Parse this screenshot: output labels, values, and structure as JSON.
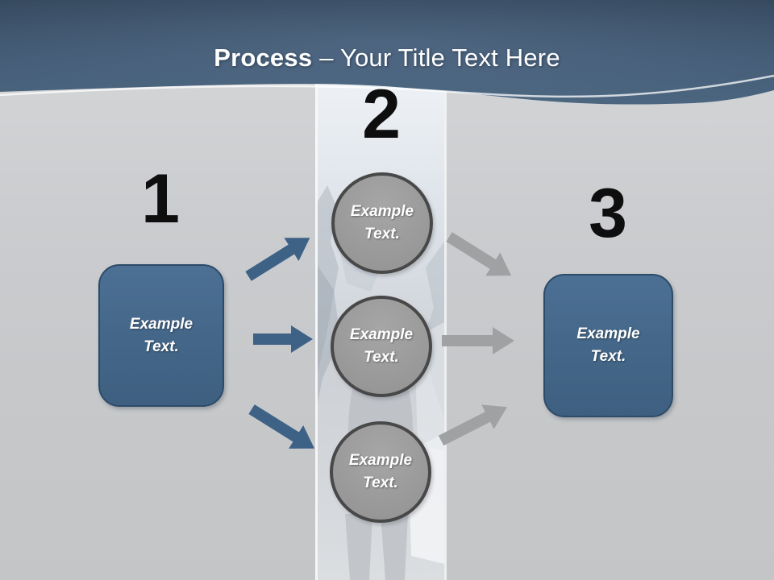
{
  "title": {
    "bold_part": "Process",
    "regular_part": "– Your Title Text Here"
  },
  "steps": {
    "one": {
      "number": "1",
      "box_label": "Example Text."
    },
    "two": {
      "number": "2",
      "circle_labels": [
        "Example Text.",
        "Example Text.",
        "Example Text."
      ]
    },
    "three": {
      "number": "3",
      "box_label": "Example Text."
    }
  },
  "colors": {
    "header_blue_top": "#33465b",
    "header_blue_bottom": "#4b657f",
    "slide_background": "#c7c9cb",
    "process_box_fill": "#45688a",
    "process_box_border": "#2c4b68",
    "circle_fill": "#9b9b9b",
    "circle_border": "#484848",
    "arrow_blue": "#3e6186",
    "arrow_gray": "#a0a1a2",
    "number_color": "#0e0e0e",
    "label_text": "#ffffff"
  }
}
